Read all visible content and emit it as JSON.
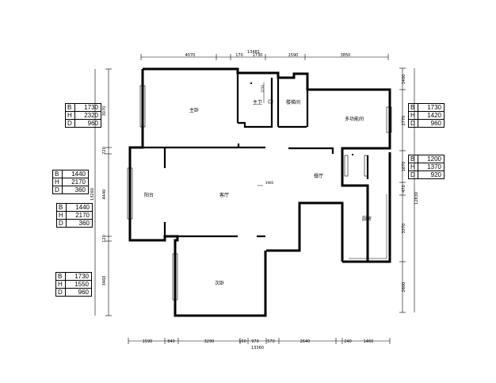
{
  "rooms": {
    "master_bedroom": "主卧",
    "master_bath": "主卫",
    "stairs": "楼梯间",
    "multi_room": "多功能间",
    "balcony": "阳台",
    "living": "客厅",
    "dining": "餐厅",
    "kitchen": "厨房",
    "second_bedroom": "次卧",
    "center_mark": "3900",
    "bath_mark": "1150"
  },
  "dims_top": {
    "overall": "13481",
    "segments": [
      "4070",
      "170",
      "1730",
      "1590",
      "3850"
    ]
  },
  "dims_bottom": {
    "overall": "13360",
    "segments": [
      "1590",
      "840",
      "3290",
      "160",
      "970",
      "570",
      "2640",
      "240",
      "1460"
    ]
  },
  "dims_left": {
    "overall": "13260",
    "segments": [
      "3070",
      "220",
      "4440",
      "120",
      "3460"
    ]
  },
  "dims_right": {
    "overall": "12830",
    "segments": [
      "1400",
      "2770",
      "1670",
      "470",
      "3370",
      "2600"
    ]
  },
  "windows": [
    {
      "B": "1730",
      "H": "2320",
      "D": "960"
    },
    {
      "B": "1730",
      "H": "1420",
      "D": "960"
    },
    {
      "B": "1440",
      "H": "2170",
      "D": "360"
    },
    {
      "B": "1200",
      "H": "1370",
      "D": "920"
    },
    {
      "B": "1440",
      "H": "2170",
      "D": "360"
    },
    {
      "B": "1730",
      "H": "1550",
      "D": "960"
    }
  ],
  "row_labels": {
    "b": "B",
    "h": "H",
    "d": "D"
  }
}
